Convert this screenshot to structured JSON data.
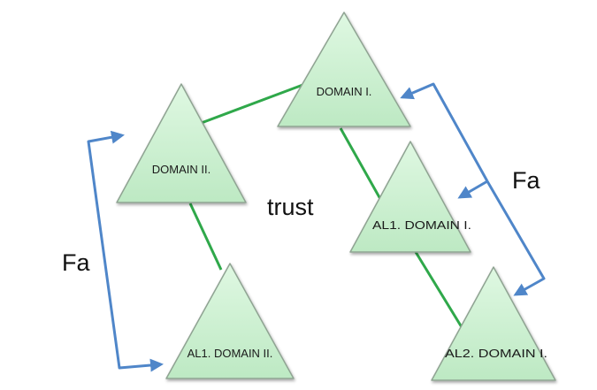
{
  "colors": {
    "triangle_fill": "#c9f0cd",
    "triangle_stroke": "#8fa392",
    "trust_line": "#2fa84a",
    "forest_arrow": "#4f86c9"
  },
  "nodes": {
    "domain1": {
      "label": "DOMAIN I."
    },
    "domain2": {
      "label": "DOMAIN II."
    },
    "al1_domain1": {
      "label": "AL1. DOMAIN I."
    },
    "al2_domain1": {
      "label": "AL2. DOMAIN I."
    },
    "al1_domain2": {
      "label": "AL1. DOMAIN II."
    }
  },
  "labels": {
    "trust": "trust",
    "fa_left": "Fa",
    "fa_right": "Fa"
  }
}
